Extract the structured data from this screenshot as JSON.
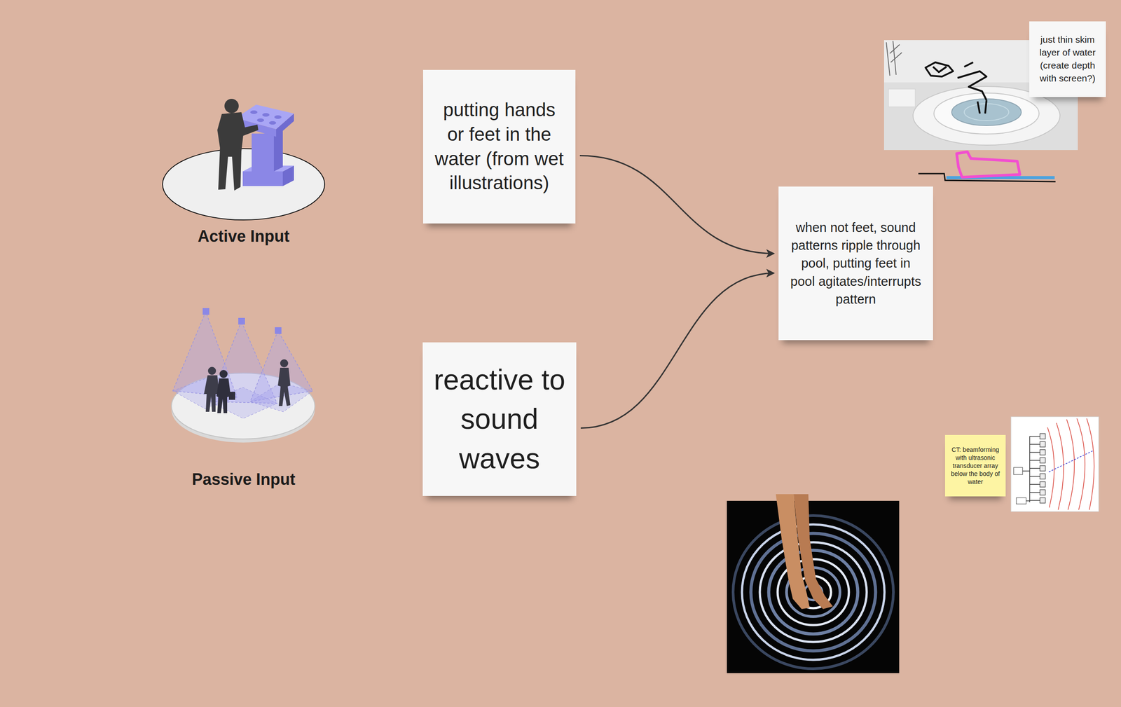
{
  "diagram": {
    "nodes": [
      {
        "text": [
          "putting hands or feet in the water (from wet illustrations)"
        ]
      },
      {
        "text": [
          "reactive to sound waves"
        ]
      },
      {
        "text": [
          "when not feet, sound patterns ripple through pool, putting feet in pool agitates/interrupts pattern"
        ]
      },
      {
        "text": [
          "just thin skim layer of water (create depth with screen?)"
        ]
      },
      {
        "text": [
          "CT: beamforming with ultrasonic transducer array below the body of water"
        ]
      }
    ],
    "edges": [
      {
        "from": 0,
        "to": 2,
        "arrow": "to"
      },
      {
        "from": 1,
        "to": 2,
        "arrow": "to"
      }
    ],
    "labels": [
      "Active Input",
      "Passive Input"
    ]
  }
}
